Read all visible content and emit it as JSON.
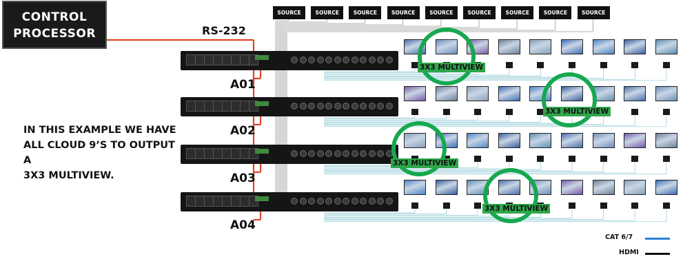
{
  "control_processor": {
    "line1": "CONTROL",
    "line2": "PROCESSOR"
  },
  "rs232_label": "RS-232",
  "sources": [
    "SOURCE",
    "SOURCE",
    "SOURCE",
    "SOURCE",
    "SOURCE",
    "SOURCE",
    "SOURCE",
    "SOURCE",
    "SOURCE"
  ],
  "matrices": [
    {
      "label": "A01",
      "multiview_label": "3X3 MULTIVIEW"
    },
    {
      "label": "A02",
      "multiview_label": "3X3 MULTIVIEW"
    },
    {
      "label": "A03",
      "multiview_label": "3X3 MULTIVIEW"
    },
    {
      "label": "A04",
      "multiview_label": "3X3 MULTIVIEW"
    }
  ],
  "description": {
    "line1": "IN THIS EXAMPLE WE HAVE",
    "line2": "ALL CLOUD 9’S TO OUTPUT A",
    "line3": "3X3 MULTIVIEW."
  },
  "legend": {
    "cat": {
      "label": "CAT 6/7",
      "color": "#2a7fd6"
    },
    "hdmi": {
      "label": "HDMI",
      "color": "#111111"
    }
  },
  "colors": {
    "rs232_cable": "#e0432a",
    "multiview_ring": "#17a84f"
  }
}
